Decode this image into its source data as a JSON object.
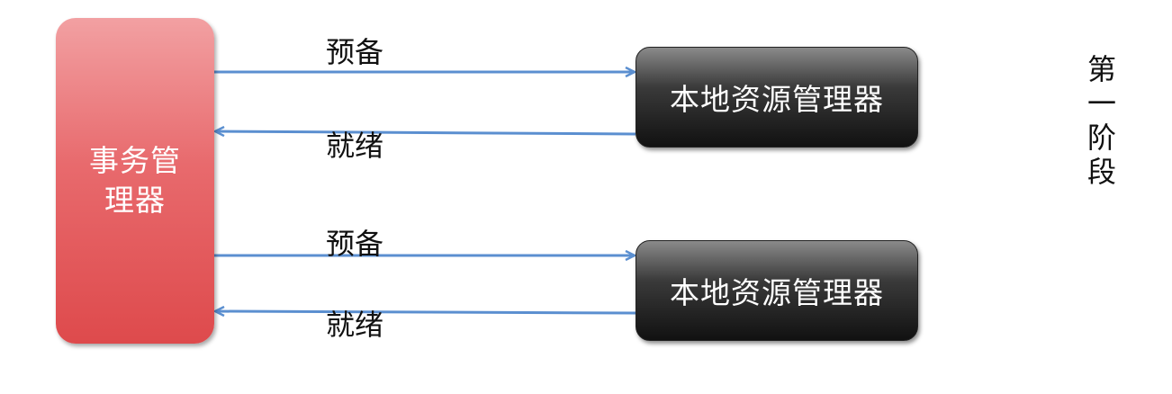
{
  "transaction_manager": {
    "label": "事务管理器"
  },
  "resource_managers": [
    {
      "label": "本地资源管理器"
    },
    {
      "label": "本地资源管理器"
    }
  ],
  "messages": {
    "prepare_1": "预备",
    "ready_1": "就绪",
    "prepare_2": "预备",
    "ready_2": "就绪"
  },
  "phase_label": "第一阶段",
  "colors": {
    "arrow": "#5b8fd0",
    "transaction_manager": "#e05b5e",
    "resource_manager": "#2a2a2a"
  }
}
